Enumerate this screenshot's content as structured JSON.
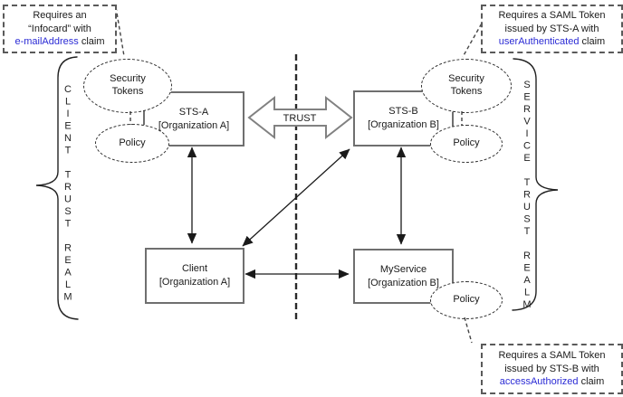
{
  "callouts": {
    "top_left": {
      "line1": "Requires an",
      "line2": "“Infocard” with",
      "claim": "e-mailAddress",
      "suffix": " claim"
    },
    "top_right": {
      "line1": "Requires a SAML Token",
      "line2": "issued by STS-A with",
      "claim": "userAuthenticated",
      "suffix": " claim"
    },
    "bottom_right": {
      "line1": "Requires a SAML Token",
      "line2": "issued by STS-B with",
      "claim": "accessAuthorized",
      "suffix": " claim"
    }
  },
  "realms": {
    "left": "CLIENT TRUST REALM",
    "right": "SERVICE TRUST REALM"
  },
  "nodes": {
    "sts_a": {
      "name": "STS-A",
      "org": "[Organization A]"
    },
    "sts_b": {
      "name": "STS-B",
      "org": "[Organization B]"
    },
    "client": {
      "name": "Client",
      "org": "[Organization A]"
    },
    "my_service": {
      "name": "MyService",
      "org": "[Organization B]"
    }
  },
  "ellipses": {
    "security_tokens_left": "Security Tokens",
    "security_tokens_right": "Security Tokens",
    "policy_sts_a": "Policy",
    "policy_sts_b": "Policy",
    "policy_my_service": "Policy"
  },
  "trust_label": "TRUST",
  "colors": {
    "claim_blue": "#2b2bd5",
    "box_border": "#6f6f6f",
    "block_arrow_gray": "#818181",
    "line_black": "#1a1a1a"
  }
}
